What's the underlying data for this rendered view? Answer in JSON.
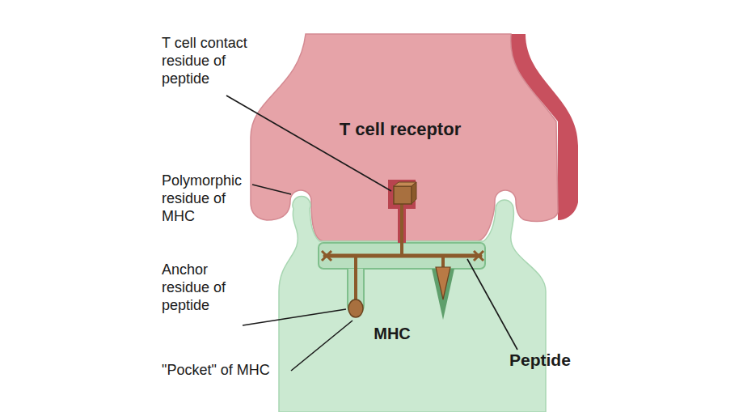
{
  "diagram": {
    "nodes": [
      {
        "text": [
          "T cell receptor"
        ]
      },
      {
        "text": [
          "MHC"
        ]
      }
    ],
    "labels": [
      "T cell contact residue of peptide",
      "Polymorphic residue of MHC",
      "Anchor residue of peptide",
      "\"Pocket\" of MHC",
      "Peptide"
    ]
  }
}
